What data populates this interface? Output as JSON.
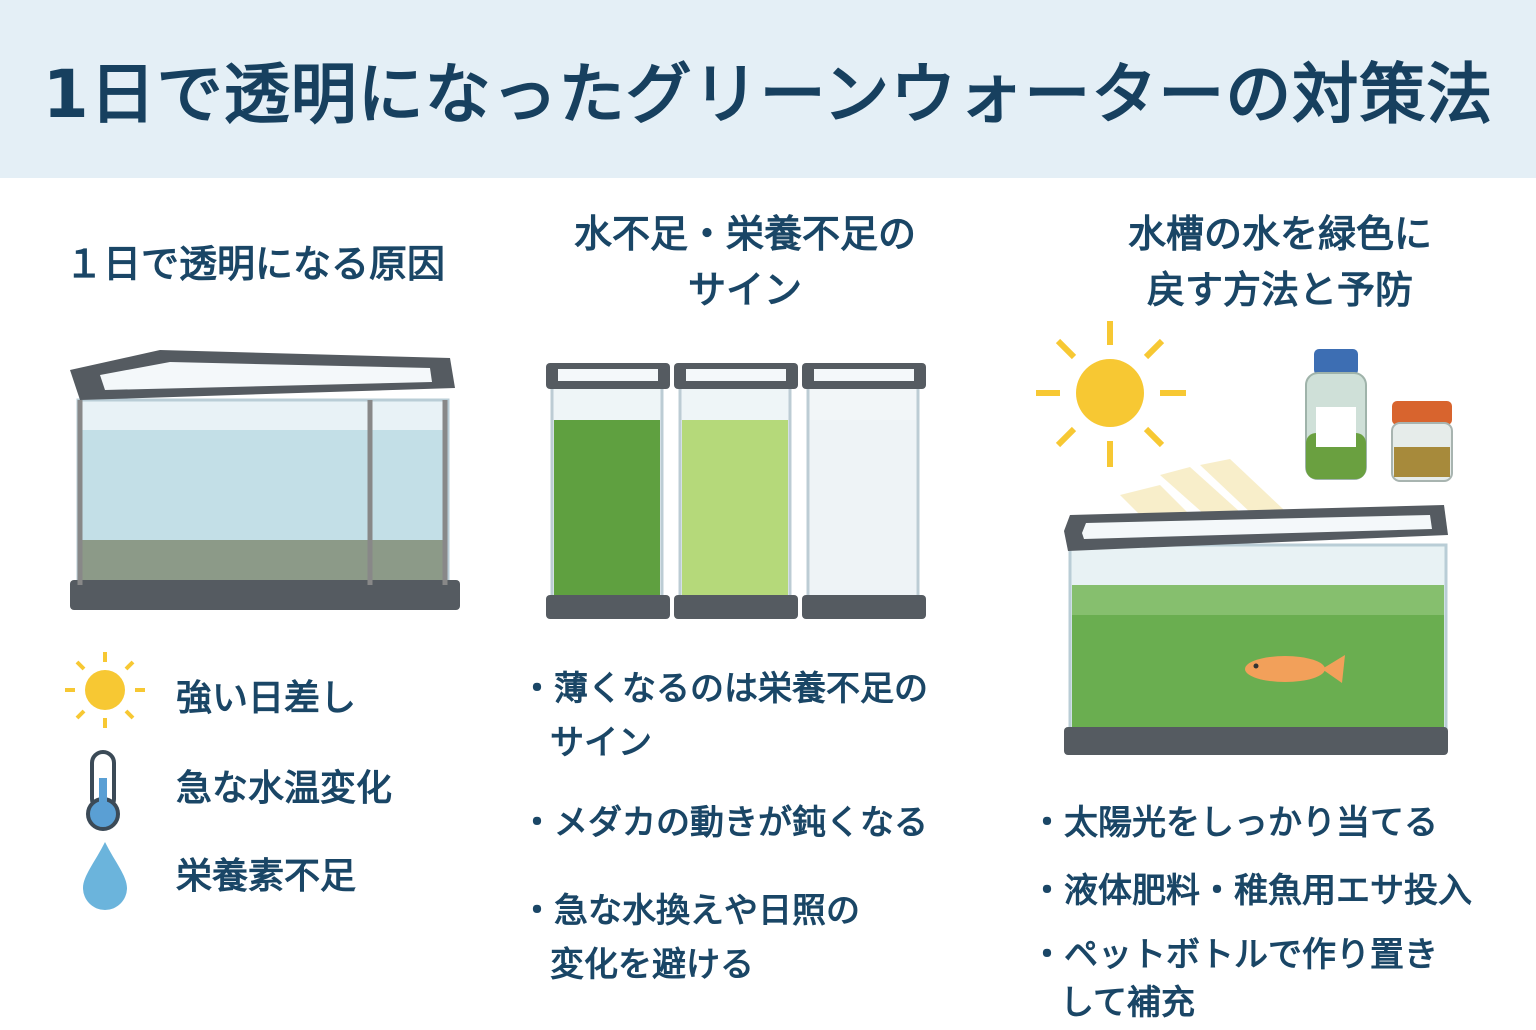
{
  "title": "1日で透明になったグリーンウォーターの対策法",
  "columns": [
    {
      "heading": "１日で透明になる原因",
      "items": [
        {
          "icon": "sun-icon",
          "label": "強い日差し"
        },
        {
          "icon": "thermometer-icon",
          "label": "急な水温変化"
        },
        {
          "icon": "water-drop-icon",
          "label": "栄養素不足"
        }
      ]
    },
    {
      "heading_line1": "水不足・栄養不足の",
      "heading_line2": "サイン",
      "bullets": [
        {
          "line1": "薄くなるのは栄養不足の",
          "line2": "サイン"
        },
        {
          "line1": "メダカの動きが鈍くなる"
        },
        {
          "line1": "急な水換えや日照の",
          "line2": "変化を避ける"
        }
      ]
    },
    {
      "heading_line1": "水槽の水を緑色に",
      "heading_line2": "戻す方法と予防",
      "bullets": [
        {
          "line1": "太陽光をしっかり当てる"
        },
        {
          "line1": "液体肥料・稚魚用エサ投入"
        },
        {
          "line1": "ペットボトルで作り置き",
          "line2": "して補充"
        }
      ]
    }
  ],
  "colors": {
    "text": "#1a4666",
    "header_bg": "#e4eff6",
    "green_dark": "#5fa040",
    "green_light": "#b5d97a",
    "sun": "#f7c833"
  }
}
